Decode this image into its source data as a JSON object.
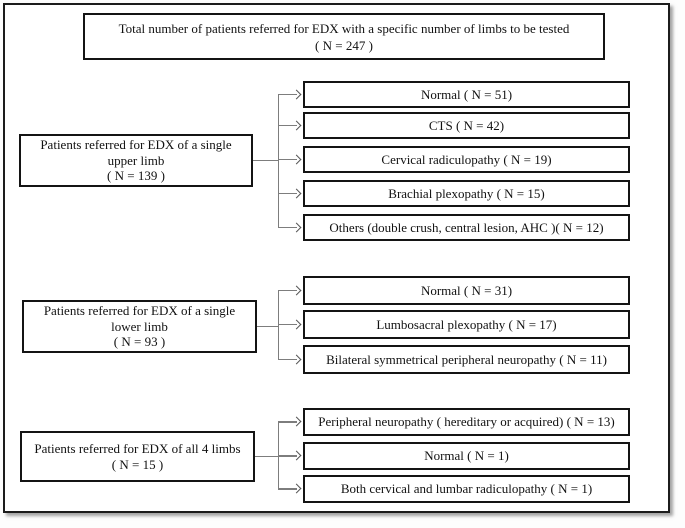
{
  "figure": {
    "type": "flowchart",
    "description": "Distribution of EDX referrals by number of limbs tested and electrodiagnostic outcome"
  },
  "colors": {
    "box_border": "#141414",
    "frame_border": "#1c1c1c",
    "connector": "#7d7d7d",
    "background": "#ffffff"
  },
  "title_box": {
    "line1": "Total number  of patients referred for EDX with a specific number  of limbs to be tested",
    "line2": "( N = 247 )"
  },
  "groups": [
    {
      "source_lines": [
        "Patients referred for EDX of a single",
        "upper limb",
        "( N = 139 )"
      ],
      "source_total": 139,
      "outcomes": [
        "Normal ( N = 51)",
        "CTS ( N = 42)",
        "Cervical radiculopathy ( N = 19)",
        "Brachial plexopathy  ( N = 15)",
        "Others (double crush, central lesion, AHC )( N = 12)"
      ],
      "outcome_counts": [
        51,
        42,
        19,
        15,
        12
      ]
    },
    {
      "source_lines": [
        "Patients referred for EDX of a single",
        "lower limb",
        "( N = 93 )"
      ],
      "source_total": 93,
      "outcomes": [
        "Normal ( N = 31)",
        "Lumbosacral plexopathy  ( N = 17)",
        "Bilateral symmetrical  peripheral neuropathy  ( N = 11)"
      ],
      "outcome_counts": [
        31,
        17,
        11
      ]
    },
    {
      "source_lines": [
        "Patients referred for EDX of all 4 limbs",
        "( N = 15 )"
      ],
      "source_total": 15,
      "outcomes": [
        "Peripheral neuropathy   ( hereditary or acquired) ( N = 13)",
        "Normal ( N = 1)",
        "Both cervical and lumbar radiculopathy ( N = 1)"
      ],
      "outcome_counts": [
        13,
        1,
        1
      ]
    }
  ]
}
